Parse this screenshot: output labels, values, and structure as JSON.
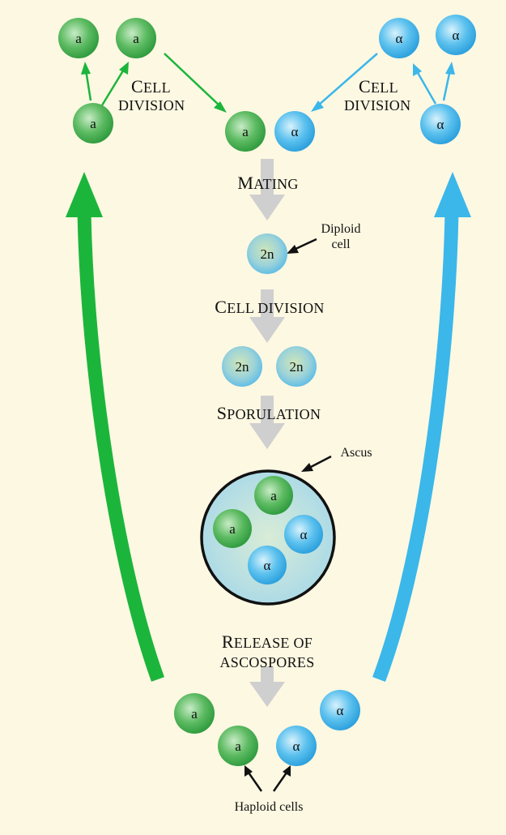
{
  "labels": {
    "cell_division_left_1": "C",
    "cell_division_left_2": "ELL",
    "cell_division_left_3": "DIVISION",
    "cell_division_right_1": "C",
    "cell_division_right_2": "ELL",
    "cell_division_right_3": "DIVISION",
    "mating_1": "M",
    "mating_2": "ATING",
    "cell_division_mid_1": "C",
    "cell_division_mid_2": "ELL DIVISION",
    "sporulation_1": "S",
    "sporulation_2": "PORULATION",
    "release_1": "R",
    "release_2": "ELEASE OF",
    "release_3": "ASCOSPORES",
    "diploid_1": "Diploid",
    "diploid_2": "cell",
    "ascus": "Ascus",
    "haploid": "Haploid cells"
  },
  "cells": {
    "a": "a",
    "alpha": "α",
    "diploid": "2n"
  },
  "colors": {
    "background": "#fdf8e2",
    "green_cell": "#3da84a",
    "blue_cell": "#3aaee6",
    "green_arrow": "#1cb53c",
    "blue_arrow": "#3bb7ea",
    "gray_arrow": "#cfcfcf",
    "ascus_fill": "#c7e4ec"
  }
}
